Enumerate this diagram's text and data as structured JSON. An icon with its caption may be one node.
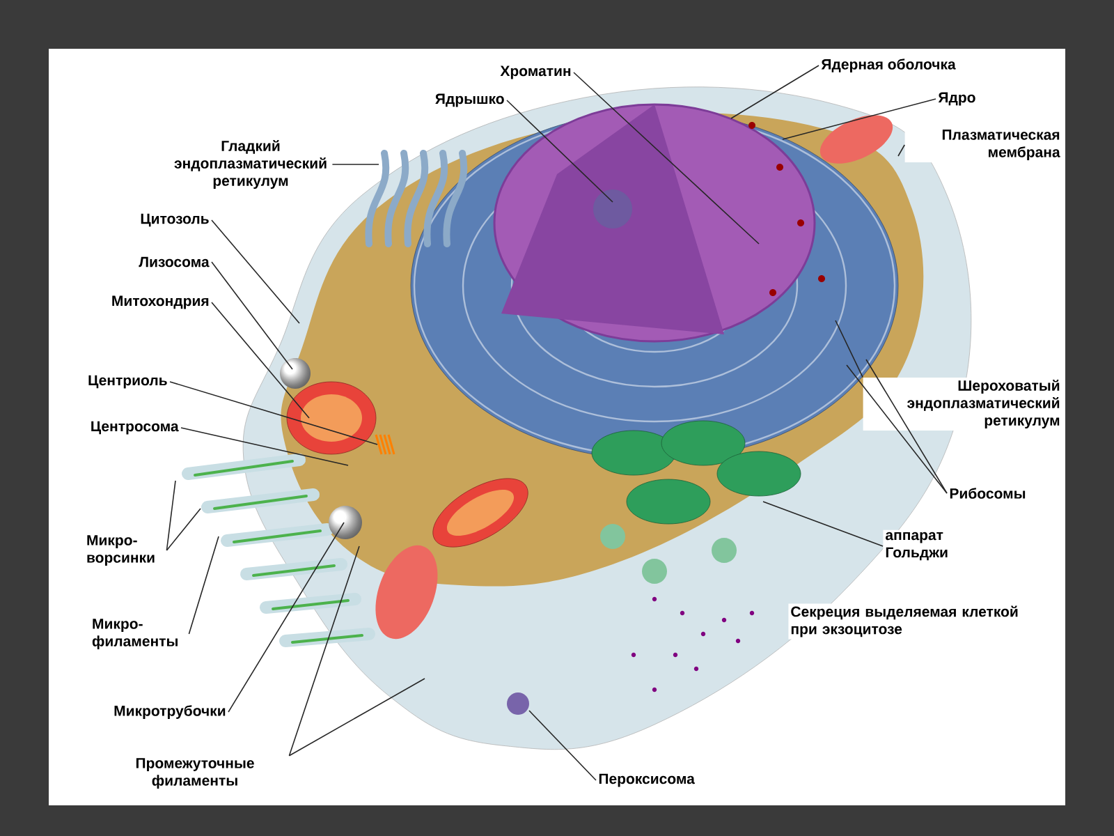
{
  "diagram": {
    "nodes": [
      {
        "text": [
          "Хроматин"
        ]
      },
      {
        "text": [
          "Ядрышко"
        ]
      },
      {
        "text": [
          "Ядерная оболочка"
        ]
      },
      {
        "text": [
          "Ядро"
        ]
      },
      {
        "text": [
          "Плазматическая мембрана"
        ]
      },
      {
        "text": [
          "Гладкий эндоплазматический ретикулум"
        ]
      },
      {
        "text": [
          "Цитозоль"
        ]
      },
      {
        "text": [
          "Лизосома"
        ]
      },
      {
        "text": [
          "Митохондрия"
        ]
      },
      {
        "text": [
          "Центриоль"
        ]
      },
      {
        "text": [
          "Центросома"
        ]
      },
      {
        "text": [
          "Шероховатый эндоплазматический ретикулум"
        ]
      },
      {
        "text": [
          "Рибосомы"
        ]
      },
      {
        "text": [
          "аппарат Гольджи"
        ]
      },
      {
        "text": [
          "Пероксисома"
        ]
      },
      {
        "text": [
          "Микро- ворсинки"
        ]
      },
      {
        "text": [
          "Микро- филаменты"
        ]
      },
      {
        "text": [
          "Микротрубочки"
        ]
      },
      {
        "text": [
          "Промежуточные филаменты"
        ]
      }
    ],
    "edges": [
      {
        "from": 0,
        "to": null,
        "arrow": "none"
      },
      {
        "from": 1,
        "to": null,
        "arrow": "none"
      },
      {
        "from": 2,
        "to": null,
        "arrow": "none"
      },
      {
        "from": 3,
        "to": null,
        "arrow": "none"
      },
      {
        "from": 4,
        "to": null,
        "arrow": "none"
      },
      {
        "from": 5,
        "to": null,
        "arrow": "none"
      },
      {
        "from": 6,
        "to": null,
        "arrow": "none"
      },
      {
        "from": 7,
        "to": null,
        "arrow": "none"
      },
      {
        "from": 8,
        "to": null,
        "arrow": "none"
      },
      {
        "from": 9,
        "to": null,
        "arrow": "none"
      },
      {
        "from": 10,
        "to": null,
        "arrow": "none"
      },
      {
        "from": 11,
        "to": null,
        "arrow": "none"
      },
      {
        "from": 12,
        "to": null,
        "arrow": "none"
      },
      {
        "from": 12,
        "to": null,
        "arrow": "none"
      },
      {
        "from": 13,
        "to": null,
        "arrow": "none"
      },
      {
        "from": 14,
        "to": null,
        "arrow": "none"
      },
      {
        "from": 15,
        "to": null,
        "arrow": "none"
      },
      {
        "from": 15,
        "to": null,
        "arrow": "none"
      },
      {
        "from": 16,
        "to": null,
        "arrow": "none"
      },
      {
        "from": 17,
        "to": null,
        "arrow": "none"
      },
      {
        "from": 18,
        "to": null,
        "arrow": "none"
      },
      {
        "from": 18,
        "to": null,
        "arrow": "none"
      }
    ],
    "labels": [
      "Секреция выделяемая клеткой при экзоцитозе"
    ]
  }
}
